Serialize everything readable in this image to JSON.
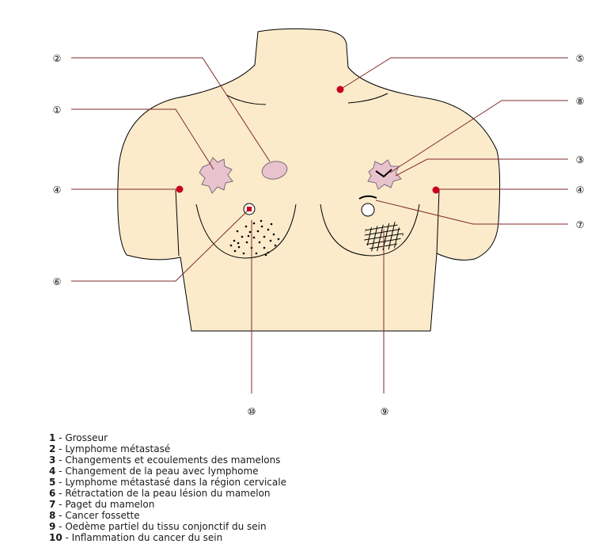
{
  "diagram": {
    "colors": {
      "skin": "#fbebcb",
      "outline": "#000000",
      "marker_red": "#c8001e",
      "lump_fill": "#e8c3cd",
      "lump_stroke": "#7a6a7a",
      "leader_line": "#7f2a2a"
    },
    "callouts": [
      {
        "id": "c1",
        "number": "①"
      },
      {
        "id": "c2",
        "number": "②"
      },
      {
        "id": "c3",
        "number": "③"
      },
      {
        "id": "c4l",
        "number": "④"
      },
      {
        "id": "c4r",
        "number": "④"
      },
      {
        "id": "c5",
        "number": "⑤"
      },
      {
        "id": "c6",
        "number": "⑥"
      },
      {
        "id": "c7",
        "number": "⑦"
      },
      {
        "id": "c8",
        "number": "⑧"
      },
      {
        "id": "c9",
        "number": "⑨"
      },
      {
        "id": "c10",
        "number": "⑩"
      }
    ]
  },
  "legend": {
    "items": [
      {
        "num": "1",
        "text": " - Grosseur"
      },
      {
        "num": "2",
        "text": " - Lymphome métastasé"
      },
      {
        "num": "3",
        "text": " - Changements et ecoulements des mamelons"
      },
      {
        "num": "4",
        "text": " - Changement de la peau avec lymphome"
      },
      {
        "num": "5",
        "text": " - Lymphome métastasé dans la région cervicale"
      },
      {
        "num": "6",
        "text": " - Rétractation de la peau lésion du mamelon"
      },
      {
        "num": "7",
        "text": " - Paget du mamelon"
      },
      {
        "num": "8",
        "text": " - Cancer fossette"
      },
      {
        "num": "9",
        "text": " - Oedème partiel du tissu conjonctif du sein"
      },
      {
        "num": "10",
        "text": " - Inflammation du cancer du sein"
      }
    ]
  }
}
